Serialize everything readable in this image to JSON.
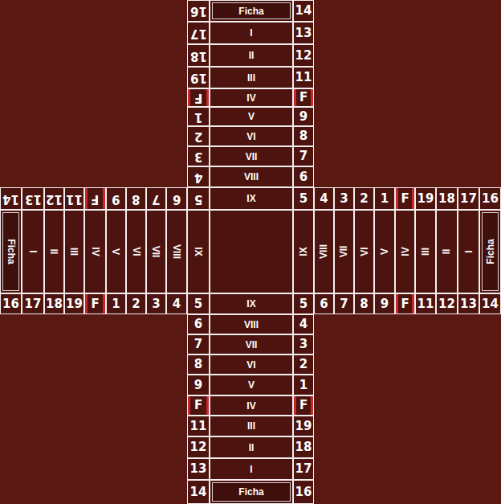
{
  "diagram": {
    "nodes": [
      {
        "text": [
          "16"
        ]
      },
      {
        "text": [
          "Ficha"
        ]
      },
      {
        "text": [
          "14"
        ]
      },
      {
        "text": [
          "17"
        ]
      },
      {
        "text": [
          "I"
        ]
      },
      {
        "text": [
          "13"
        ]
      },
      {
        "text": [
          "18"
        ]
      },
      {
        "text": [
          "II"
        ]
      },
      {
        "text": [
          "12"
        ]
      },
      {
        "text": [
          "19"
        ]
      },
      {
        "text": [
          "III"
        ]
      },
      {
        "text": [
          "11"
        ]
      },
      {
        "text": [
          "F"
        ]
      },
      {
        "text": [
          "IV"
        ]
      },
      {
        "text": [
          "F"
        ]
      },
      {
        "text": [
          "1"
        ]
      },
      {
        "text": [
          "V"
        ]
      },
      {
        "text": [
          "9"
        ]
      },
      {
        "text": [
          "2"
        ]
      },
      {
        "text": [
          "VI"
        ]
      },
      {
        "text": [
          "8"
        ]
      },
      {
        "text": [
          "3"
        ]
      },
      {
        "text": [
          "VII"
        ]
      },
      {
        "text": [
          "7"
        ]
      },
      {
        "text": [
          "4"
        ]
      },
      {
        "text": [
          "VIII"
        ]
      },
      {
        "text": [
          "6"
        ]
      },
      {
        "text": [
          "5"
        ]
      },
      {
        "text": [
          "IX"
        ]
      },
      {
        "text": [
          "5"
        ]
      },
      {
        "text": [
          "14"
        ]
      },
      {
        "text": [
          "13"
        ]
      },
      {
        "text": [
          "12"
        ]
      },
      {
        "text": [
          "11"
        ]
      },
      {
        "text": [
          "F"
        ]
      },
      {
        "text": [
          "9"
        ]
      },
      {
        "text": [
          "8"
        ]
      },
      {
        "text": [
          "7"
        ]
      },
      {
        "text": [
          "6"
        ]
      },
      {
        "text": [
          "Ficha"
        ]
      },
      {
        "text": [
          "I"
        ]
      },
      {
        "text": [
          "II"
        ]
      },
      {
        "text": [
          "III"
        ]
      },
      {
        "text": [
          "IV"
        ]
      },
      {
        "text": [
          "V"
        ]
      },
      {
        "text": [
          "VI"
        ]
      },
      {
        "text": [
          "VII"
        ]
      },
      {
        "text": [
          "VIII"
        ]
      },
      {
        "text": [
          "IX"
        ]
      },
      {
        "text": [
          "16"
        ]
      },
      {
        "text": [
          "17"
        ]
      },
      {
        "text": [
          "18"
        ]
      },
      {
        "text": [
          "19"
        ]
      },
      {
        "text": [
          "F"
        ]
      },
      {
        "text": [
          "1"
        ]
      },
      {
        "text": [
          "2"
        ]
      },
      {
        "text": [
          "3"
        ]
      },
      {
        "text": [
          "4"
        ]
      },
      {
        "text": [
          "4"
        ]
      },
      {
        "text": [
          "3"
        ]
      },
      {
        "text": [
          "2"
        ]
      },
      {
        "text": [
          "1"
        ]
      },
      {
        "text": [
          "F"
        ]
      },
      {
        "text": [
          "19"
        ]
      },
      {
        "text": [
          "18"
        ]
      },
      {
        "text": [
          "17"
        ]
      },
      {
        "text": [
          "16"
        ]
      },
      {
        "text": [
          "IX"
        ]
      },
      {
        "text": [
          "VIII"
        ]
      },
      {
        "text": [
          "VII"
        ]
      },
      {
        "text": [
          "VI"
        ]
      },
      {
        "text": [
          "V"
        ]
      },
      {
        "text": [
          "IV"
        ]
      },
      {
        "text": [
          "III"
        ]
      },
      {
        "text": [
          "II"
        ]
      },
      {
        "text": [
          "I"
        ]
      },
      {
        "text": [
          "Ficha"
        ]
      },
      {
        "text": [
          "6"
        ]
      },
      {
        "text": [
          "7"
        ]
      },
      {
        "text": [
          "8"
        ]
      },
      {
        "text": [
          "9"
        ]
      },
      {
        "text": [
          "F"
        ]
      },
      {
        "text": [
          "11"
        ]
      },
      {
        "text": [
          "12"
        ]
      },
      {
        "text": [
          "13"
        ]
      },
      {
        "text": [
          "14"
        ]
      },
      {
        "text": [
          "5"
        ]
      },
      {
        "text": [
          "IX"
        ]
      },
      {
        "text": [
          "5"
        ]
      },
      {
        "text": [
          "6"
        ]
      },
      {
        "text": [
          "VIII"
        ]
      },
      {
        "text": [
          "4"
        ]
      },
      {
        "text": [
          "7"
        ]
      },
      {
        "text": [
          "VII"
        ]
      },
      {
        "text": [
          "3"
        ]
      },
      {
        "text": [
          "8"
        ]
      },
      {
        "text": [
          "VI"
        ]
      },
      {
        "text": [
          "2"
        ]
      },
      {
        "text": [
          "9"
        ]
      },
      {
        "text": [
          "V"
        ]
      },
      {
        "text": [
          "1"
        ]
      },
      {
        "text": [
          "F"
        ]
      },
      {
        "text": [
          "IV"
        ]
      },
      {
        "text": [
          "F"
        ]
      },
      {
        "text": [
          "11"
        ]
      },
      {
        "text": [
          "III"
        ]
      },
      {
        "text": [
          "19"
        ]
      },
      {
        "text": [
          "12"
        ]
      },
      {
        "text": [
          "II"
        ]
      },
      {
        "text": [
          "18"
        ]
      },
      {
        "text": [
          "13"
        ]
      },
      {
        "text": [
          "I"
        ]
      },
      {
        "text": [
          "17"
        ]
      },
      {
        "text": [
          "14"
        ]
      },
      {
        "text": [
          "Ficha"
        ]
      },
      {
        "text": [
          "16"
        ]
      }
    ]
  }
}
